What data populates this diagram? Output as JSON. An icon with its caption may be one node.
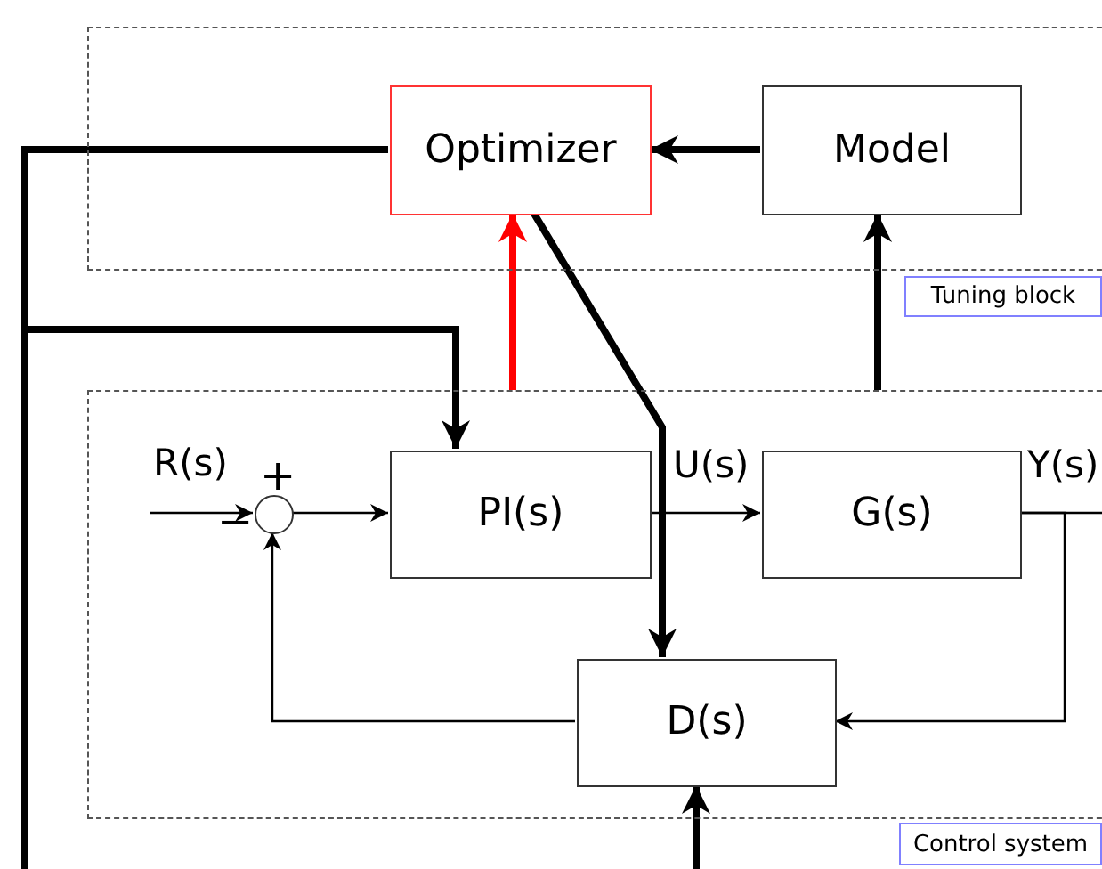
{
  "diagram": {
    "nodes": [
      {
        "text": [],
        "shape": "box"
      },
      {
        "text": [
          "Optimizer"
        ],
        "in": 0
      },
      {
        "text": [
          "Model"
        ],
        "in": 0
      },
      {
        "text": [
          "Tuning block"
        ]
      },
      {
        "text": [],
        "shape": "box"
      },
      {
        "text": [],
        "shape": "circle",
        "in": 4
      },
      {
        "text": [
          "PI(s)"
        ],
        "in": 4
      },
      {
        "text": [
          "G(s)"
        ],
        "in": 4
      },
      {
        "text": [
          "D(s)"
        ],
        "in": 4
      },
      {
        "text": [
          "Control system"
        ]
      }
    ],
    "edges": [
      {
        "from": null,
        "to": 5,
        "arrow": "to",
        "label": "R(s)"
      },
      {
        "from": 5,
        "to": 6,
        "arrow": "to"
      },
      {
        "from": 6,
        "to": 7,
        "arrow": "to",
        "label": "U(s)"
      },
      {
        "from": 7,
        "to": null,
        "arrow": "none",
        "label": "Y(s)"
      },
      {
        "from": 7,
        "to": 8,
        "arrow": "to"
      },
      {
        "from": 8,
        "to": 5,
        "arrow": "to"
      },
      {
        "from": 2,
        "to": 1,
        "arrow": "to"
      },
      {
        "from": 1,
        "to": 8,
        "arrow": "to"
      },
      {
        "from": 1,
        "to": 6,
        "arrow": "to"
      },
      {
        "from": 1,
        "to": null,
        "arrow": "none"
      },
      {
        "from": null,
        "to": 8,
        "arrow": "to"
      },
      {
        "from": 4,
        "to": 1,
        "arrow": "to",
        "color": "#ff0000"
      },
      {
        "from": 4,
        "to": 2,
        "arrow": "to"
      }
    ],
    "labels": [
      "+",
      "−"
    ]
  }
}
